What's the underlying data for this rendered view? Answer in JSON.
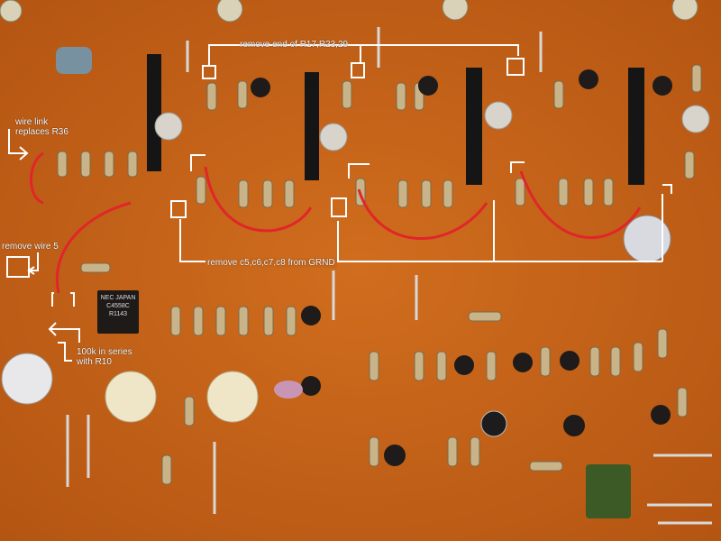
{
  "annotations": {
    "top": "remove end of R17,R23,29",
    "wire_link": "wire link\nreplaces R36",
    "wire_link_line1": "wire link",
    "wire_link_line2": "replaces R36",
    "remove_wire": "remove wire 5",
    "series_line1": "100k in series",
    "series_line2": "with R10",
    "bottom": "remove c5,c6,c7,c8 from GRND"
  },
  "chip": {
    "line1": "NEC JAPAN",
    "line2": "C4558C",
    "line3": "R1143"
  },
  "colors": {
    "board": "#c8661a",
    "annotation": "#ffffff",
    "wire": "#e0262a"
  }
}
